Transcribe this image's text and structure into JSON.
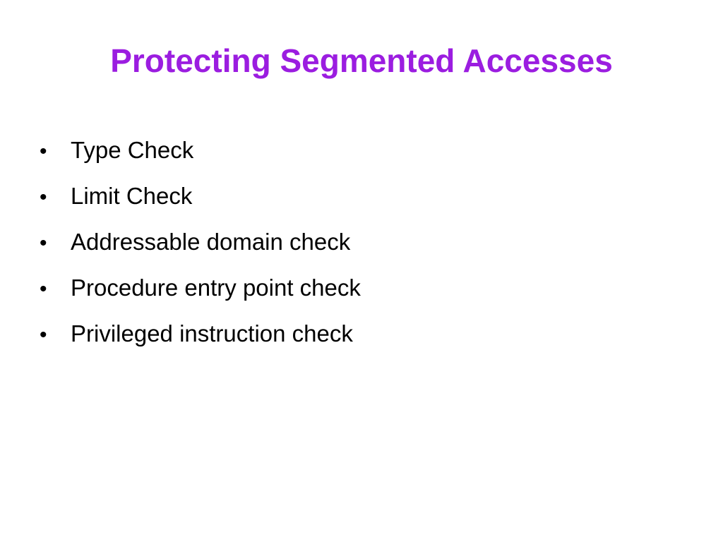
{
  "slide": {
    "title": "Protecting Segmented Accesses",
    "bullets": [
      "Type Check",
      "Limit Check",
      "Addressable domain check",
      "Procedure entry point check",
      "Privileged instruction check"
    ],
    "bullet_glyph": "•"
  },
  "colors": {
    "title": "#9b1de0",
    "text": "#000000",
    "background": "#ffffff"
  }
}
